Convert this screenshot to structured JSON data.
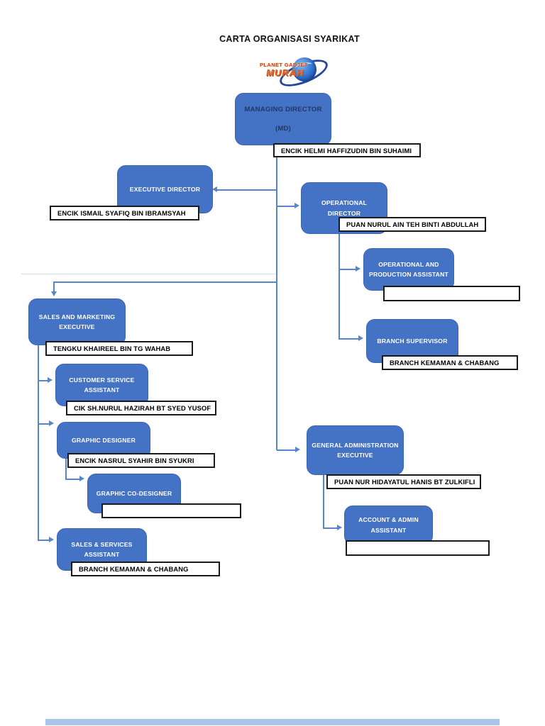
{
  "page": {
    "title": "CARTA ORGANISASI SYARIKAT"
  },
  "logo": {
    "line1": "PLANET GADJET",
    "line2": "MURAH"
  },
  "colors": {
    "box_fill": "#4472C4",
    "box_border": "#3B66B2",
    "md_text": "#1F3864",
    "box_text": "#FFFFFF",
    "connector": "#5585CD",
    "name_label_border": "#1A1A1A",
    "footer_bar": "#A9C6E8",
    "logo_text": "#CF3C12"
  },
  "nodes": [
    {
      "title": "MANAGING DIRECTOR",
      "subtitle": "(MD)",
      "name": "ENCIK HELMI HAFFIZUDIN BIN SUHAIMI"
    },
    {
      "title": "EXECUTIVE DIRECTOR",
      "name": "ENCIK ISMAIL SYAFIQ BIN IBRAMSYAH"
    },
    {
      "title": "OPERATIONAL DIRECTOR",
      "name": "PUAN NURUL AIN TEH BINTI ABDULLAH"
    },
    {
      "title": "OPERATIONAL AND PRODUCTION ASSISTANT",
      "name": ""
    },
    {
      "title": "BRANCH SUPERVISOR",
      "name": "BRANCH KEMAMAN & CHABANG"
    },
    {
      "title": "SALES AND MARKETING EXECUTIVE",
      "name": "TENGKU KHAIREEL BIN TG WAHAB"
    },
    {
      "title": "CUSTOMER SERVICE ASSISTANT",
      "name": "CIK SH.NURUL HAZIRAH BT SYED YUSOF"
    },
    {
      "title": "GRAPHIC DESIGNER",
      "name": "ENCIK NASRUL SYAHIR BIN SYUKRI"
    },
    {
      "title": "GRAPHIC CO-DESIGNER",
      "name": ""
    },
    {
      "title": "SALES & SERVICES ASSISTANT",
      "name": "BRANCH KEMAMAN & CHABANG"
    },
    {
      "title": "GENERAL ADMINISTRATION EXECUTIVE",
      "name": "PUAN NUR HIDAYATUL HANIS BT ZULKIFLI"
    },
    {
      "title": "ACCOUNT & ADMIN ASSISTANT",
      "name": ""
    }
  ]
}
